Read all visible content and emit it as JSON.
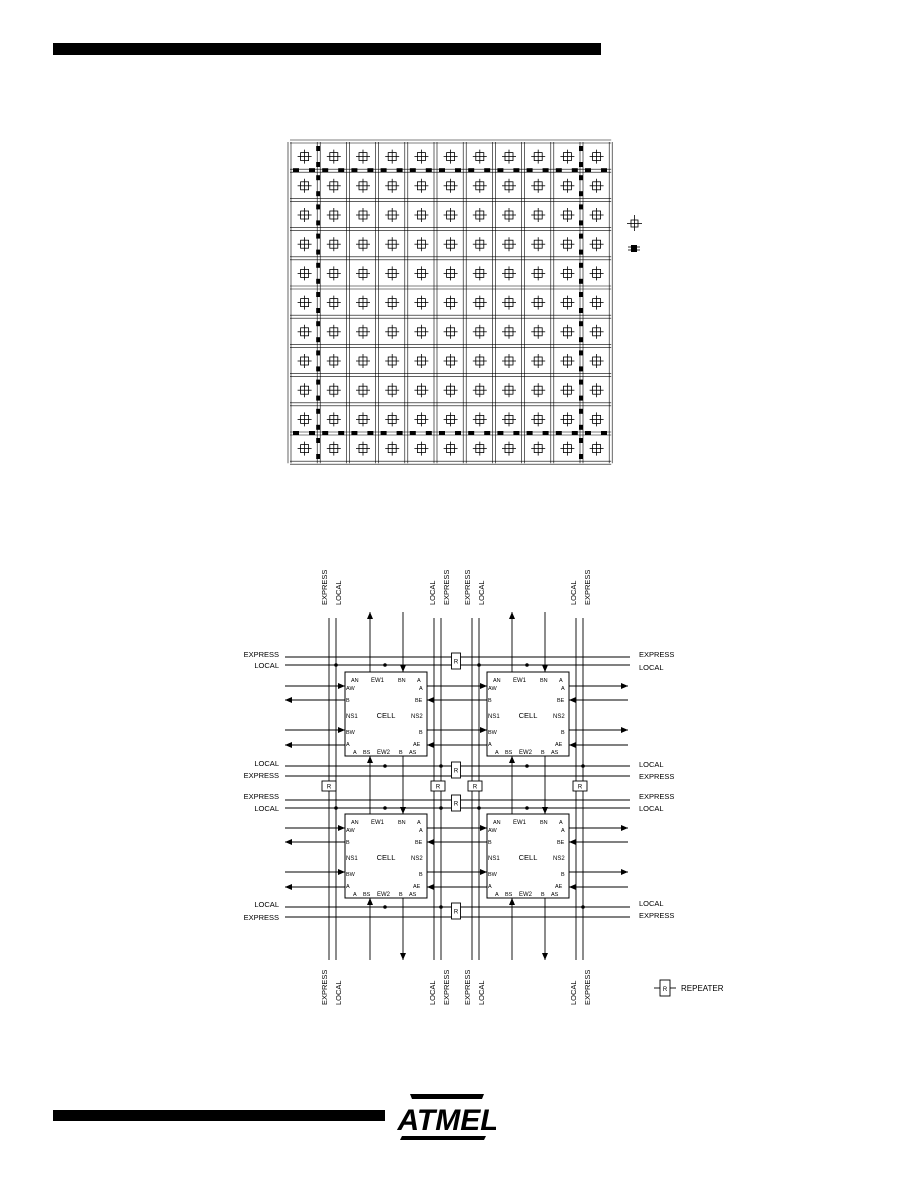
{
  "figure1": {
    "legend": []
  },
  "figure2": {
    "bus_labels": {
      "express": "EXPRESS",
      "local": "LOCAL"
    },
    "cell_label": "CELL",
    "cell_ports": {
      "ew1": "EW1",
      "ew2": "EW2",
      "ns1": "NS1",
      "ns2": "NS2",
      "a": "A",
      "b": "B",
      "an": "AN",
      "bn": "BN",
      "aw": "AW",
      "bw": "BW",
      "ae": "AE",
      "be": "BE",
      "as": "AS",
      "bs": "BS"
    },
    "repeater_symbol": "R",
    "legend_repeater": "REPEATER"
  },
  "logo": {
    "text": "ATMEL"
  }
}
